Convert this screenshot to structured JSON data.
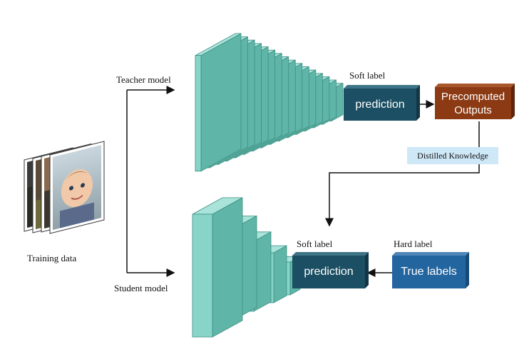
{
  "labels": {
    "teacher_model": "Teacher model",
    "student_model": "Student model",
    "training_data": "Training data",
    "soft_label_top": "Soft label",
    "soft_label_bottom": "Soft label",
    "hard_label": "Hard label",
    "distilled_knowledge": "Distilled Knowledge"
  },
  "boxes": {
    "teacher_prediction": "prediction",
    "student_prediction": "prediction",
    "precomputed_outputs_line1": "Precomputed",
    "precomputed_outputs_line2": "Outputs",
    "true_labels": "True labels"
  },
  "colors": {
    "layer_front": "#88d4c8",
    "layer_side": "#5fb5a7",
    "layer_top": "#a9e3da",
    "prediction_box": "#1c4f63",
    "precomputed_box": "#8b3a14",
    "true_labels_box": "#23659f",
    "distilled_bg": "#cfe8f7"
  }
}
